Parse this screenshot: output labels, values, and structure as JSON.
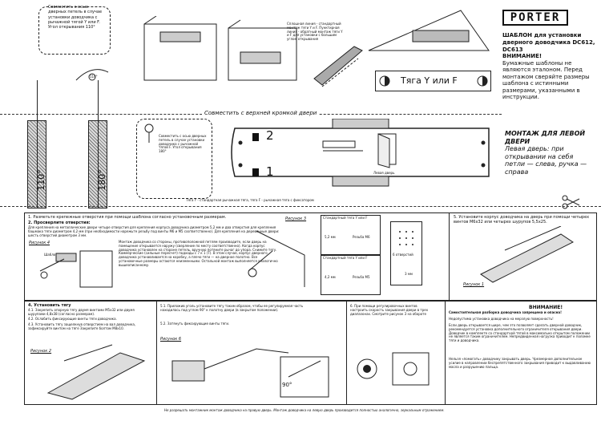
{
  "brand": "PORTER",
  "title": "ШАБЛОН для установки дверного доводчика DC612, DC613",
  "warning_heading": "ВНИМАНИЕ!",
  "warning_text": "Бумажные шаблоны не являются эталоном. Перед монтажом сверяйте размеры шаблона с истинными размерами, указанными в инструкции.",
  "note_top_left": "Совместить с осью дверных петель в случае установки доводчика с рычажной тягой Y или F. Угол открывания 110°",
  "note_mid_left": "Совместить с осью дверных петель в случае установки доводчика с рычажной тягой F. Угол открывания 180°",
  "note_top_mid": "Сплошная линия - стандартный монтаж тяги Y и F. Пунктирная линия - обратный монтаж тяги Y и F для установки с большим углом открывания",
  "lever_label": "Тяга Y или F",
  "align_top_edge": "Совместить с верхней кромкой двери",
  "mark_2": "2",
  "mark_1": "1",
  "left_door_caption": "Левая дверь",
  "angle_110": "110°",
  "angle_180": "180°",
  "montazh_heading": "МОНТАЖ ДЛЯ ЛЕВОЙ ДВЕРИ",
  "montazh_text": "Левая дверь: при открывании на себя петли — слева, ручка — справа",
  "legend_footnote": "Тяга Y - стандартная рычажная тяга, тяга F - рычажная тяга с фиксатором",
  "step1": "1. Разметьте крепежные отверстия при помощи шаблона согласно установочным размерам.",
  "step2": "2. Просверлите отверстия:",
  "step2_text": "Для крепления на металлические двери четыре отверстия для крепления корпуса доводчика диаметром 5,2 мм и два отверстия для крепления башмака тяги диаметром 4,2 мм (при необходимости нарежьте резьбу под винты М6 и М5 соответственно). Для крепления на деревянные двери: шесть отверстий диаметром 3 мм.",
  "step3_text": "Монтаж доводчика со стороны, противоположной петлям производите, если дверь на помещение открывается наружу (сверление по месту соответственно). Когда корпус доводчика установлен на стороне петель, вручную потяните рычаг до упора. Снимите тягу. Коммерческие (сильные пересчет) подходы с 7 к 1 (Т). В этом случае, корпус дверного доводчика устанавливается на коробку, а плечо тяги — на дверное полотно. Все установочные размеры остаются неизменными. Остальной монтаж выполняется аналогично вышеописанному.",
  "fig4_label": "Рисунок 4",
  "fig3_label": "Рисунок 3",
  "fig1_label": "Рисунок 1",
  "fig2_label": "Рисунок 2",
  "fig6_label": "Рисунок 6",
  "shoe_label": "Шаблон",
  "variant_a": "Стандартный тяга Y или F",
  "variant_b": "Стандартный тяга Y или F",
  "dim_52": "5,2 мм",
  "dim_m6": "Резьба М6",
  "dim_42": "4,2 мм",
  "dim_m5": "Резьба М5",
  "dim_3": "3 мм",
  "wood_holes": "6 отверстий",
  "step5": "5. Установите корпус доводчика на дверь при помощи четырех винтов М6х32 или четырех шурупов 5,5х25.",
  "step4": "4. Установить тягу",
  "step41": "4.1. Закрепить опорную тягу двумя винтами М5х32 или двумя шурупами 4,8х38 (согласно размерам).",
  "step42": "4.2. Ослабить фиксирующие винты тяги доводчика.",
  "step43": "4.3. Установить тягу защелкнув отверстием на вал доводчика, зафиксируйте винтом на тяге Закрепите болтом М8х10.",
  "step51": "5.1. Приложив уголь установите тягу таким образом, чтобы ее регулируемая часть находилась под углом 90° к полотну двери (в закрытом положении).",
  "step52": "5.2. Затянуть фиксирующие винты тяги.",
  "angle_90": "90°",
  "step6": "6. При помощи регулировочных винтов настроить скорость закрывания двери в трех диапазонах. Смотрите рисунок 3 на обороте",
  "final_heading": "ВНИМАНИЕ!",
  "final_sub": "Самостоятельная разборка доводчика запрещена и опасна!",
  "final_p1": "Недопустима установка доводчика на мерзлую поверхность!",
  "final_p2": "Если дверь открывается шире, чем это позволяет сделать дверной доводчик, рекомендуется установка дополнительного ограничителя открывания двери. Доводчик в комплекте со стандартной тягой в максимально открытом положении не является таким ограничителем. Непредвиденная нагрузка приводит к поломке тяги и доводчика.",
  "final_p3": "Нельзя «помогать» доводчику закрывать дверь. Чрезмерное дополнительное усилие в направлении беспрепятственного закрывания приводит к выдавливанию масла и разрушению пальца.",
  "footer": "Не разрешать монтажник монтаж доводчика на правую дверь. Монтаж доводчика на левую дверь производится полностью аналогично, зеркальным отражением."
}
